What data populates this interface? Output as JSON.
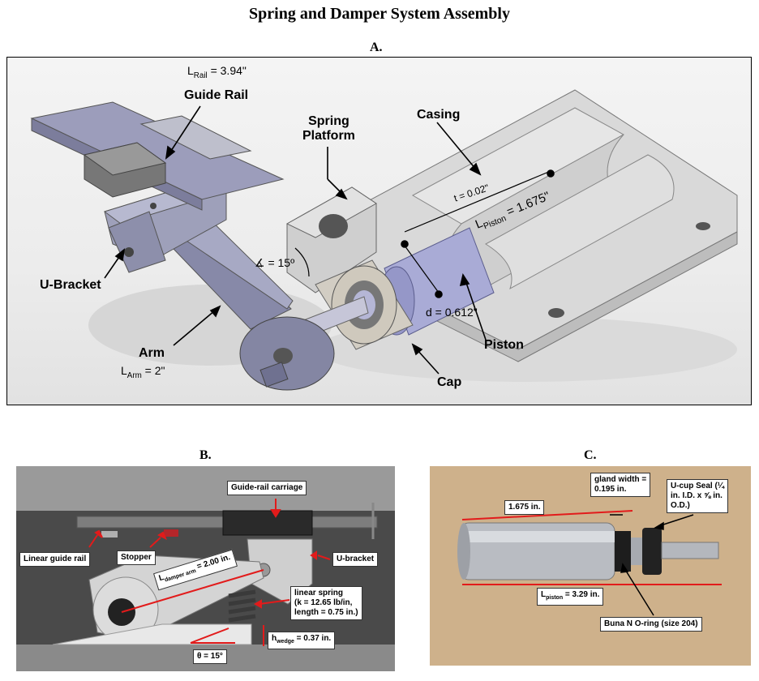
{
  "title": "Spring and Damper System Assembly",
  "panels": {
    "a": {
      "label": "A.",
      "l_rail_prefix": "L",
      "l_rail_sub": "Rail",
      "l_rail_value": " = 3.94\"",
      "guide_rail": "Guide Rail",
      "spring_platform_1": "Spring",
      "spring_platform_2": "Platform",
      "casing": "Casing",
      "thickness": "t = 0.02\"",
      "l_piston_prefix": "L",
      "l_piston_sub": "Piston",
      "l_piston_value": " = 1.675\"",
      "angle": "∡ = 15º",
      "diameter": "d = 0.612\"",
      "u_bracket": "U-Bracket",
      "piston": "Piston",
      "arm": "Arm",
      "l_arm_prefix": "L",
      "l_arm_sub": "Arm",
      "l_arm_value": " = 2\"",
      "cap": "Cap"
    },
    "b": {
      "label": "B.",
      "guide_rail_carriage": "Guide-rail carriage",
      "linear_guide_rail": "Linear guide rail",
      "stopper": "Stopper",
      "damper_arm_prefix": "L",
      "damper_arm_sub": "damper arm",
      "damper_arm_value": " = 2.00 in.",
      "u_bracket": "U-bracket",
      "spring_1": "linear spring",
      "spring_2": "(k = 12.65 lb/in,",
      "spring_3": "length = 0.75 in.)",
      "wedge_prefix": "h",
      "wedge_sub": "wedge",
      "wedge_value": " =  0.37 in.",
      "theta": "θ = 15°"
    },
    "c": {
      "label": "C.",
      "gland_1": "gland width =",
      "gland_2": "0.195 in.",
      "ucup_1": "U-cup Seal (¼",
      "ucup_2": "in. I.D. x ⅝ in.",
      "ucup_3": "O.D.)",
      "length_short": "1.675 in.",
      "l_piston_prefix": "L",
      "l_piston_sub": "piston",
      "l_piston_value": " = 3.29 in.",
      "oring": "Buna N O-ring (size 204)"
    }
  },
  "colors": {
    "annotation_red": "#e21b1b",
    "metal": "#c8c8cc",
    "piston_blue": "#a9abd6",
    "rail": "#8f90b0"
  }
}
